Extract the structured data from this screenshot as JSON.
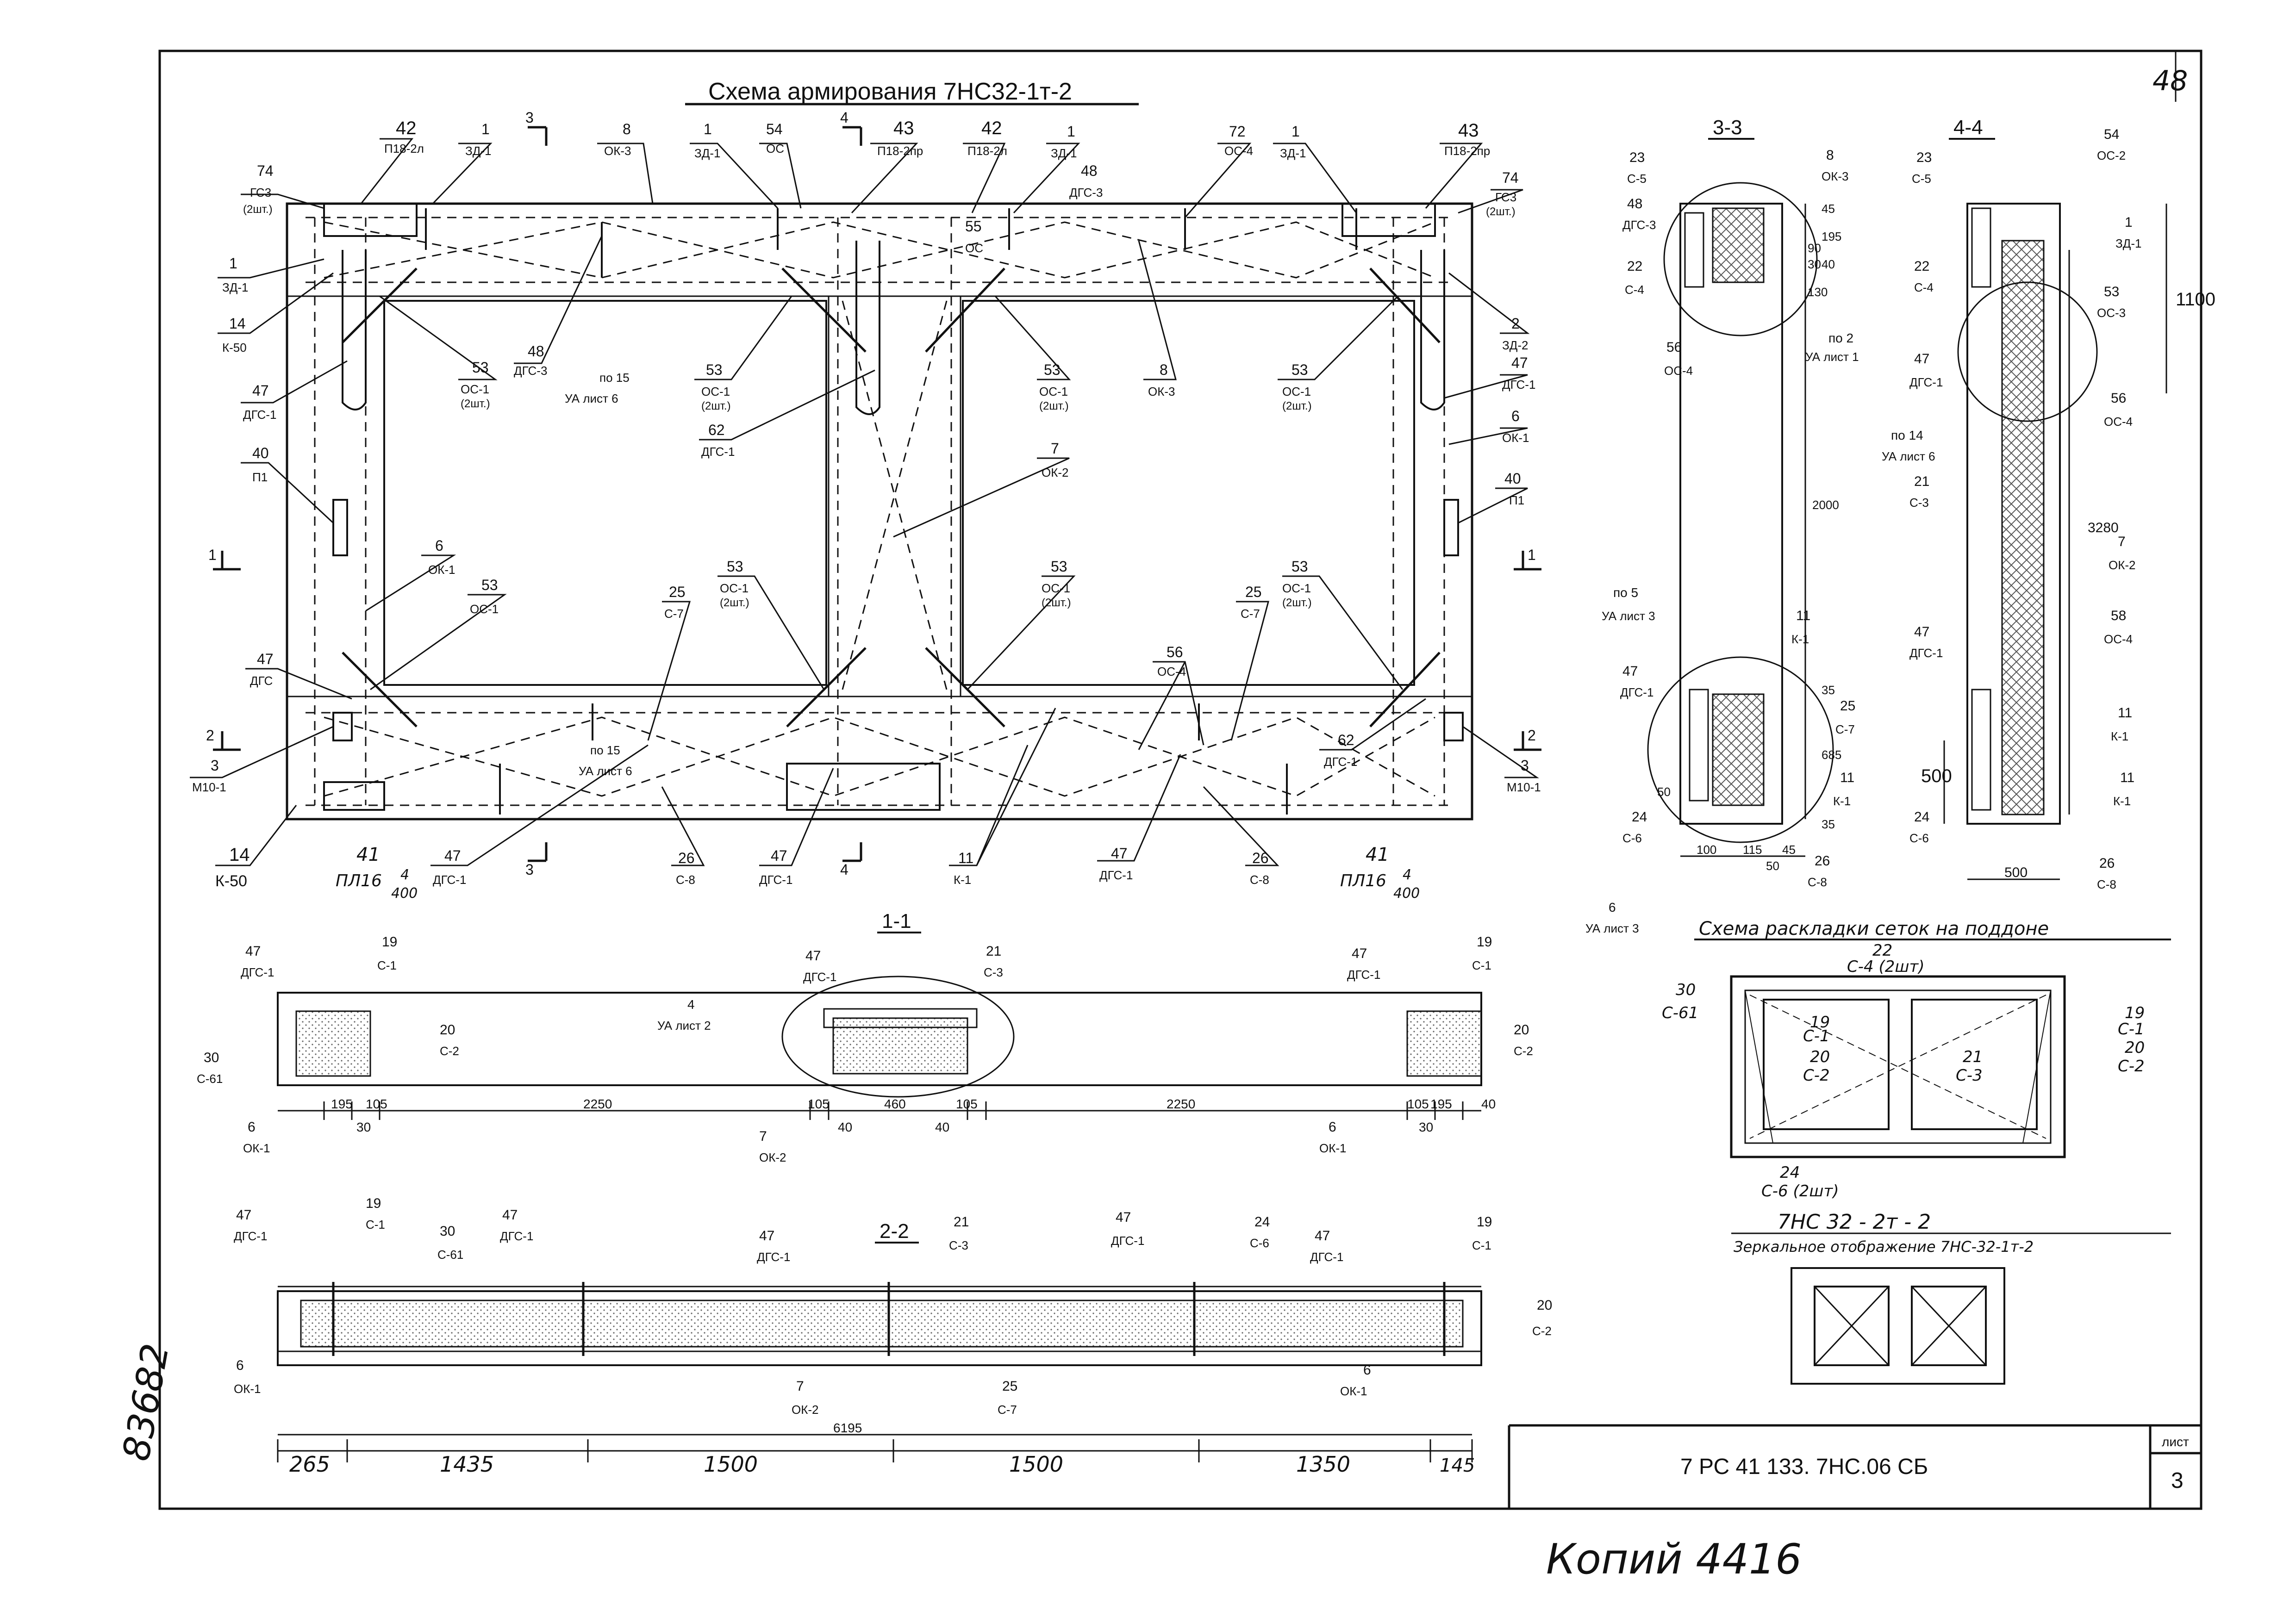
{
  "sheet": {
    "corner_number": "48",
    "title_main": "Схема армирования 7НС32-1т-2",
    "section_1_1": "1-1",
    "section_2_2": "2-2",
    "section_3_3": "3-3",
    "section_4_4": "4-4",
    "mesh_title": "Схема раскладки сеток на поддоне",
    "mirror_name": "7НС 32 - 2т - 2",
    "mirror_caption": "Зеркальное отображение 7НС-32-1т-2",
    "doc_code": "7 РС 41 133. 7НС.06 СБ",
    "sheet_label": "лист",
    "sheet_number": "3",
    "handwritten_bottom": "Копий 4416",
    "handwritten_left": "83682"
  },
  "main_labels": [
    {
      "id": "l42a",
      "n": "42",
      "c": "П18-2л"
    },
    {
      "id": "l1a",
      "n": "1",
      "c": "ЗД-1"
    },
    {
      "id": "l8a",
      "n": "8",
      "c": "ОК-3"
    },
    {
      "id": "l1b",
      "n": "1",
      "c": "ЗД-1"
    },
    {
      "id": "l54",
      "n": "54",
      "c": "ОС"
    },
    {
      "id": "l43a",
      "n": "43",
      "c": "П18-2пр"
    },
    {
      "id": "l42b",
      "n": "42",
      "c": "П18-2л"
    },
    {
      "id": "l1c",
      "n": "1",
      "c": "ЗД-1"
    },
    {
      "id": "l72",
      "n": "72",
      "c": "ОС-4"
    },
    {
      "id": "l1d",
      "n": "1",
      "c": "ЗД-1"
    },
    {
      "id": "l43b",
      "n": "43",
      "c": "П18-2пр"
    },
    {
      "id": "l74a",
      "n": "74",
      "c": "ГС3"
    },
    {
      "id": "l74b",
      "n": "74",
      "c": "ГС3"
    },
    {
      "id": "l48a",
      "n": "48",
      "c": "ДГС-3"
    },
    {
      "id": "l55",
      "n": "55",
      "c": "ОС"
    },
    {
      "id": "l1e",
      "n": "1",
      "c": "ЗД-1"
    },
    {
      "id": "l14a",
      "n": "14",
      "c": "К-50"
    },
    {
      "id": "l2",
      "n": "2",
      "c": "ЗД-2"
    },
    {
      "id": "l53a",
      "n": "53",
      "c": "ОС-1"
    },
    {
      "id": "l48b",
      "n": "48",
      "c": "ДГС-3"
    },
    {
      "id": "l53b",
      "n": "53",
      "c": "ОС-1"
    },
    {
      "id": "l53c",
      "n": "53",
      "c": "ОС-1"
    },
    {
      "id": "l8b",
      "n": "8",
      "c": "ОК-3"
    },
    {
      "id": "l53d",
      "n": "53",
      "c": "ОС-1"
    },
    {
      "id": "l47a",
      "n": "47",
      "c": "ДГС-1"
    },
    {
      "id": "l47b",
      "n": "47",
      "c": "ДГС-1"
    },
    {
      "id": "l62a",
      "n": "62",
      "c": "ДГС-1"
    },
    {
      "id": "l6a",
      "n": "6",
      "c": "ОК-1"
    },
    {
      "id": "l40a",
      "n": "40",
      "c": "П1"
    },
    {
      "id": "l40b",
      "n": "40",
      "c": "П1"
    },
    {
      "id": "l7",
      "n": "7",
      "c": "ОК-2"
    },
    {
      "id": "l6b",
      "n": "6",
      "c": "ОК-1"
    },
    {
      "id": "l53e",
      "n": "53",
      "c": "ОС-1"
    },
    {
      "id": "l53f",
      "n": "53",
      "c": "ОС-1"
    },
    {
      "id": "l53g",
      "n": "53",
      "c": "ОС-1"
    },
    {
      "id": "l53h",
      "n": "53",
      "c": "ОС-1"
    },
    {
      "id": "l25a",
      "n": "25",
      "c": "С-7"
    },
    {
      "id": "l25b",
      "n": "25",
      "c": "С-7"
    },
    {
      "id": "l56",
      "n": "56",
      "c": "ОС-4"
    },
    {
      "id": "l47c",
      "n": "47",
      "c": "ДГС"
    },
    {
      "id": "l3a",
      "n": "3",
      "c": "М10-1"
    },
    {
      "id": "l3b",
      "n": "3",
      "c": "М10-1"
    },
    {
      "id": "l62b",
      "n": "62",
      "c": "ДГС-1"
    },
    {
      "id": "l14b",
      "n": "14",
      "c": "К-50"
    },
    {
      "id": "l47d",
      "n": "47",
      "c": "ДГС-1"
    },
    {
      "id": "l26a",
      "n": "26",
      "c": "С-8"
    },
    {
      "id": "l47e",
      "n": "47",
      "c": "ДГС-1"
    },
    {
      "id": "l11a",
      "n": "11",
      "c": "К-1"
    },
    {
      "id": "l47f",
      "n": "47",
      "c": "ДГС-1"
    },
    {
      "id": "l26b",
      "n": "26",
      "c": "С-8"
    }
  ],
  "twopc": "(2шт.)",
  "ua_refs": {
    "po15": "по 15",
    "ua6": "УА лист 6",
    "po2": "по 2",
    "ua1": "УА лист 1",
    "po14": "по 14",
    "po5": "по 5",
    "ua3": "УА лист 3",
    "n4": "4",
    "ua2": "УА лист 2",
    "n6": "6",
    "pl41_left": "ПЛ16",
    "pl41_right": "ПЛ16",
    "n41": "41",
    "frac_top": "4",
    "frac_bot": "400"
  },
  "cut_marks": {
    "one": "1",
    "two": "2",
    "three": "3",
    "four": "4"
  },
  "main_dims": [
    "265",
    "1435",
    "1500",
    "1500",
    "1350",
    "145",
    "6195"
  ],
  "sec11_dims": [
    "195",
    "105",
    "30",
    "2250",
    "105",
    "40",
    "460",
    "40",
    "105",
    "2250",
    "105",
    "195",
    "40",
    "30"
  ],
  "sec11_labels": [
    {
      "n": "47",
      "c": "ДГС-1"
    },
    {
      "n": "19",
      "c": "С-1"
    },
    {
      "n": "20",
      "c": "С-2"
    },
    {
      "n": "30",
      "c": "С-61"
    },
    {
      "n": "6",
      "c": "ОК-1"
    },
    {
      "n": "47",
      "c": "ДГС-1"
    },
    {
      "n": "21",
      "c": "С-3"
    },
    {
      "n": "7",
      "c": "ОК-2"
    },
    {
      "n": "47",
      "c": "ДГС-1"
    },
    {
      "n": "19",
      "c": "С-1"
    },
    {
      "n": "20",
      "c": "С-2"
    },
    {
      "n": "6",
      "c": "ОК-1"
    }
  ],
  "sec22_labels": [
    {
      "n": "47",
      "c": "ДГС-1"
    },
    {
      "n": "19",
      "c": "С-1"
    },
    {
      "n": "30",
      "c": "С-61"
    },
    {
      "n": "47",
      "c": "ДГС-1"
    },
    {
      "n": "47",
      "c": "ДГС-1"
    },
    {
      "n": "21",
      "c": "С-3"
    },
    {
      "n": "47",
      "c": "ДГС-1"
    },
    {
      "n": "24",
      "c": "С-6"
    },
    {
      "n": "47",
      "c": "ДГС-1"
    },
    {
      "n": "19",
      "c": "С-1"
    },
    {
      "n": "20",
      "c": "С-2"
    },
    {
      "n": "6",
      "c": "ОК-1"
    },
    {
      "n": "7",
      "c": "ОК-2"
    },
    {
      "n": "25",
      "c": "С-7"
    },
    {
      "n": "6",
      "c": "ОК-1"
    }
  ],
  "sec33_labels": [
    {
      "n": "23",
      "c": "С-5"
    },
    {
      "n": "48",
      "c": "ДГС-3"
    },
    {
      "n": "22",
      "c": "С-4"
    },
    {
      "n": "56",
      "c": "ОС-4"
    },
    {
      "n": "8",
      "c": "ОК-3"
    },
    {
      "n": "11",
      "c": "К-1"
    },
    {
      "n": "47",
      "c": "ДГС-1"
    },
    {
      "n": "25",
      "c": "С-7"
    },
    {
      "n": "24",
      "c": "С-6"
    },
    {
      "n": "11",
      "c": "К-1"
    },
    {
      "n": "26",
      "c": "С-8"
    }
  ],
  "sec33_dims": [
    "45",
    "195",
    "40",
    "30",
    "90",
    "130",
    "2000",
    "35",
    "685",
    "35",
    "50",
    "100",
    "115",
    "45",
    "50"
  ],
  "sec44_labels": [
    {
      "n": "23",
      "c": "С-5"
    },
    {
      "n": "54",
      "c": "ОС-2"
    },
    {
      "n": "1",
      "c": "ЗД-1"
    },
    {
      "n": "22",
      "c": "С-4"
    },
    {
      "n": "53",
      "c": "ОС-3"
    },
    {
      "n": "47",
      "c": "ДГС-1"
    },
    {
      "n": "56",
      "c": "ОС-4"
    },
    {
      "n": "21",
      "c": "С-3"
    },
    {
      "n": "7",
      "c": "ОК-2"
    },
    {
      "n": "47",
      "c": "ДГС-1"
    },
    {
      "n": "58",
      "c": "ОС-4"
    },
    {
      "n": "11",
      "c": "К-1"
    },
    {
      "n": "11",
      "c": "К-1"
    },
    {
      "n": "24",
      "c": "С-6"
    },
    {
      "n": "26",
      "c": "С-8"
    }
  ],
  "sec44_dims": [
    "1100",
    "3280",
    "500",
    "500"
  ],
  "mesh_labels": [
    {
      "n": "22",
      "c": "С-4 (2шт)"
    },
    {
      "n": "30",
      "c": "С-61"
    },
    {
      "n": "19",
      "c": "С-1"
    },
    {
      "n": "20",
      "c": "С-2"
    },
    {
      "n": "21",
      "c": "С-3"
    },
    {
      "n": "19",
      "c": "С-1"
    },
    {
      "n": "20",
      "c": "С-2"
    },
    {
      "n": "24",
      "c": "С-6 (2шт)"
    }
  ],
  "colors": {
    "ink": "#111111",
    "hatch": "#555555",
    "paper": "#ffffff"
  }
}
